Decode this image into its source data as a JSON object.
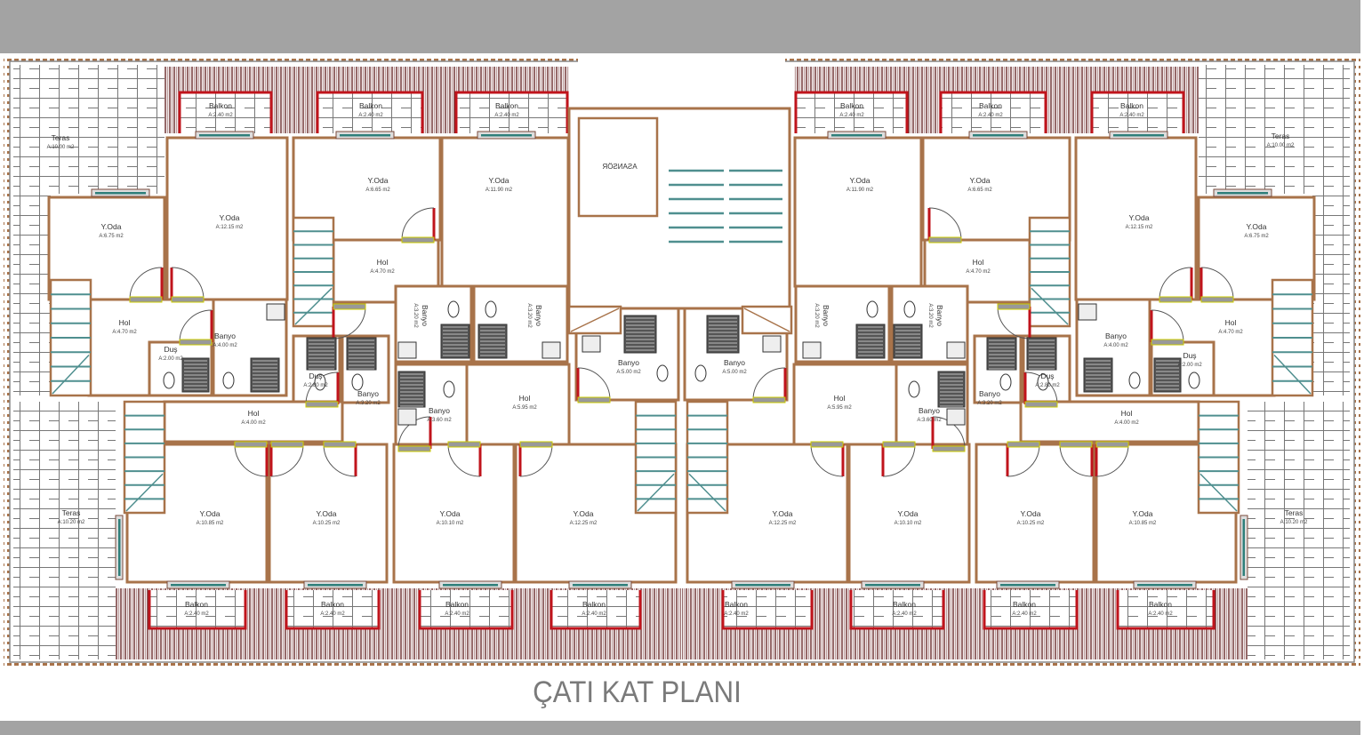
{
  "title": "ÇATI KAT PLANI",
  "elevator_label": "ASANSÖR",
  "colors": {
    "wall": "#a8734a",
    "balcony_rail": "#c0141c",
    "hatch": "#6e3030",
    "stair": "#4f8f8f",
    "window": "#2f7f7a",
    "band": "#a3a3a3"
  },
  "rooms": [
    {
      "name": "Teras",
      "area": "A:10.00 m2"
    },
    {
      "name": "Balkon",
      "area": "A:2.40 m2"
    },
    {
      "name": "Balkon",
      "area": "A:2.40 m2"
    },
    {
      "name": "Balkon",
      "area": "A:2.40 m2"
    },
    {
      "name": "Y.Oda",
      "area": "A:6.75 m2"
    },
    {
      "name": "Y.Oda",
      "area": "A:12.15 m2"
    },
    {
      "name": "Y.Oda",
      "area": "A:6.65 m2"
    },
    {
      "name": "Y.Oda",
      "area": "A:11.90 m2"
    },
    {
      "name": "Hol",
      "area": "A:4.70 m2"
    },
    {
      "name": "Hol",
      "area": "A:4.70 m2"
    },
    {
      "name": "Duş",
      "area": "A:2.00 m2"
    },
    {
      "name": "Banyo",
      "area": "A:4.00 m2"
    },
    {
      "name": "Banyo",
      "area": "A:3.20 m2"
    },
    {
      "name": "Banyo",
      "area": "A:3.20 m2"
    },
    {
      "name": "Duş",
      "area": "A:2.80 m2"
    },
    {
      "name": "Banyo",
      "area": "A:3.20 m2"
    },
    {
      "name": "Banyo",
      "area": "A:3.60 m2"
    },
    {
      "name": "Hol",
      "area": "A:5.95 m2"
    },
    {
      "name": "Banyo",
      "area": "A:5.00 m2"
    },
    {
      "name": "Hol",
      "area": "A:4.00 m2"
    },
    {
      "name": "Teras",
      "area": "A:10.20 m2"
    },
    {
      "name": "Y.Oda",
      "area": "A:10.85 m2"
    },
    {
      "name": "Y.Oda",
      "area": "A:10.25 m2"
    },
    {
      "name": "Y.Oda",
      "area": "A:10.10 m2"
    },
    {
      "name": "Y.Oda",
      "area": "A:12.25 m2"
    },
    {
      "name": "Balkon",
      "area": "A:2.40 m2"
    },
    {
      "name": "Balkon",
      "area": "A:2.40 m2"
    },
    {
      "name": "Balkon",
      "area": "A:2.40 m2"
    },
    {
      "name": "Balkon",
      "area": "A:2.40 m2"
    },
    {
      "name": "Balkon",
      "area": "A:2.40 m2"
    },
    {
      "name": "Balkon",
      "area": "A:2.40 m2"
    },
    {
      "name": "Balkon",
      "area": "A:2.40 m2"
    },
    {
      "name": "Teras",
      "area": "A:10.00 m2"
    },
    {
      "name": "Y.Oda",
      "area": "A:11.90 m2"
    },
    {
      "name": "Y.Oda",
      "area": "A:6.65 m2"
    },
    {
      "name": "Y.Oda",
      "area": "A:12.15 m2"
    },
    {
      "name": "Y.Oda",
      "area": "A:6.75 m2"
    },
    {
      "name": "Hol",
      "area": "A:4.70 m2"
    },
    {
      "name": "Hol",
      "area": "A:4.70 m2"
    },
    {
      "name": "Banyo",
      "area": "A:3.20 m2"
    },
    {
      "name": "Banyo",
      "area": "A:3.20 m2"
    },
    {
      "name": "Banyo",
      "area": "A:5.00 m2"
    },
    {
      "name": "Hol",
      "area": "A:5.95 m2"
    },
    {
      "name": "Banyo",
      "area": "A:3.60 m2"
    },
    {
      "name": "Banyo",
      "area": "A:3.20 m2"
    },
    {
      "name": "Duş",
      "area": "A:2.80 m2"
    },
    {
      "name": "Banyo",
      "area": "A:4.00 m2"
    },
    {
      "name": "Duş",
      "area": "A:2.00 m2"
    },
    {
      "name": "Hol",
      "area": "A:4.00 m2"
    },
    {
      "name": "Teras",
      "area": "A:10.20 m2"
    },
    {
      "name": "Y.Oda",
      "area": "A:12.25 m2"
    },
    {
      "name": "Y.Oda",
      "area": "A:10.10 m2"
    },
    {
      "name": "Y.Oda",
      "area": "A:10.25 m2"
    },
    {
      "name": "Y.Oda",
      "area": "A:10.85 m2"
    },
    {
      "name": "Balkon",
      "area": "A:2.40 m2"
    },
    {
      "name": "Balkon",
      "area": "A:2.40 m2"
    },
    {
      "name": "Balkon",
      "area": "A:2.40 m2"
    },
    {
      "name": "Balkon",
      "area": "A:2.40 m2"
    }
  ]
}
